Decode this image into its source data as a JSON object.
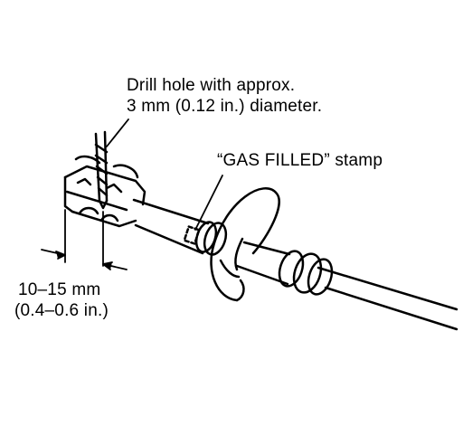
{
  "annotations": {
    "drill_line1": "Drill hole with approx.",
    "drill_line2": "3 mm (0.12 in.) diameter.",
    "stamp": "“GAS FILLED” stamp",
    "dimension_line1": "10–15 mm",
    "dimension_line2": "(0.4–0.6 in.)"
  },
  "colors": {
    "ink": "#000000",
    "paper": "#ffffff"
  }
}
